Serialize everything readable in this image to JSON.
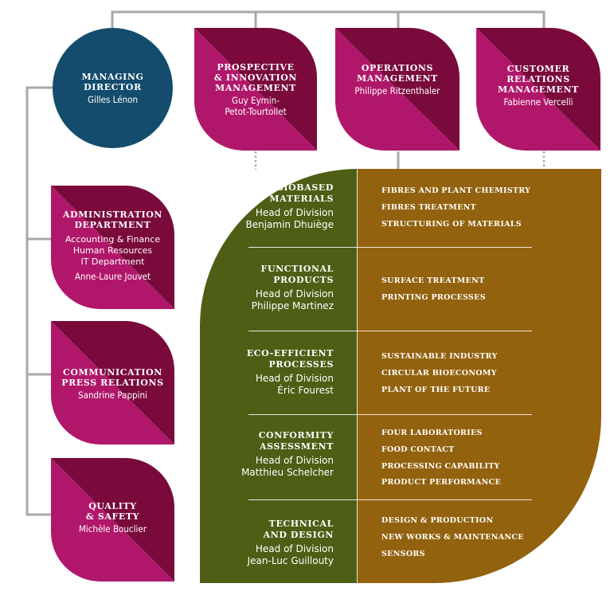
{
  "top_units": [
    {
      "title": "MANAGING\nDIRECTOR",
      "name": "Gilles Lénon"
    },
    {
      "title": "PROSPECTIVE\n& INNOVATION\nMANAGEMENT",
      "name": "Guy Eymin-\nPetot-Tourtollet"
    },
    {
      "title": "OPERATIONS\nMANAGEMENT",
      "name": "Philippe Ritzenthaler"
    },
    {
      "title": "CUSTOMER\nRELATIONS\nMANAGEMENT",
      "name": "Fabienne Vercelli"
    }
  ],
  "side_units": [
    {
      "title": "ADMINISTRATION\nDEPARTMENT",
      "sub": "Accounting & Finance\nHuman Resources\nIT Department",
      "name": "Anne-Laure Jouvet"
    },
    {
      "title": "COMMUNICATION\nPRESS RELATIONS",
      "sub": "",
      "name": "Sandrine Pappini"
    },
    {
      "title": "QUALITY\n& SAFETY",
      "sub": "",
      "name": "Michèle Bouclier"
    }
  ],
  "divisions": [
    {
      "title": "BIOBASED\nMATERIALS",
      "role": "Head of Division",
      "head": "Benjamin Dhuiège",
      "tracks": [
        "FIBRES AND PLANT CHEMISTRY",
        "FIBRES TREATMENT",
        "STRUCTURING OF MATERIALS"
      ]
    },
    {
      "title": "FUNCTIONAL\nPRODUCTS",
      "role": "Head of Division",
      "head": "Philippe Martinez",
      "tracks": [
        "SURFACE TREATMENT",
        "PRINTING PROCESSES"
      ]
    },
    {
      "title": "ECO-EFFICIENT\nPROCESSES",
      "role": "Head of Division",
      "head": "Éric Fourest",
      "tracks": [
        "SUSTAINABLE INDUSTRY",
        "CIRCULAR BIOECONOMY",
        "PLANT OF THE FUTURE"
      ]
    },
    {
      "title": "CONFORMITY\nASSESSMENT",
      "role": "Head of Division",
      "head": "Matthieu Schelcher",
      "tracks": [
        "FOUR LABORATORIES",
        "FOOD CONTACT",
        "PROCESSING CAPABILITY",
        "PRODUCT PERFORMANCE"
      ]
    },
    {
      "title": "TECHNICAL\nAND DESIGN",
      "role": "Head of Division",
      "head": "Jean-Luc Guillouty",
      "tracks": [
        "DESIGN & PRODUCTION",
        "NEW WORKS & MAINTENANCE",
        "SENSORS"
      ]
    }
  ],
  "colors": {
    "director": "#134c6c",
    "leaf_light": "#b0176a",
    "leaf_dark": "#7a0a3c",
    "division": "#4e5e15",
    "tracks": "#93620e",
    "connector": "#a8a8a8"
  }
}
